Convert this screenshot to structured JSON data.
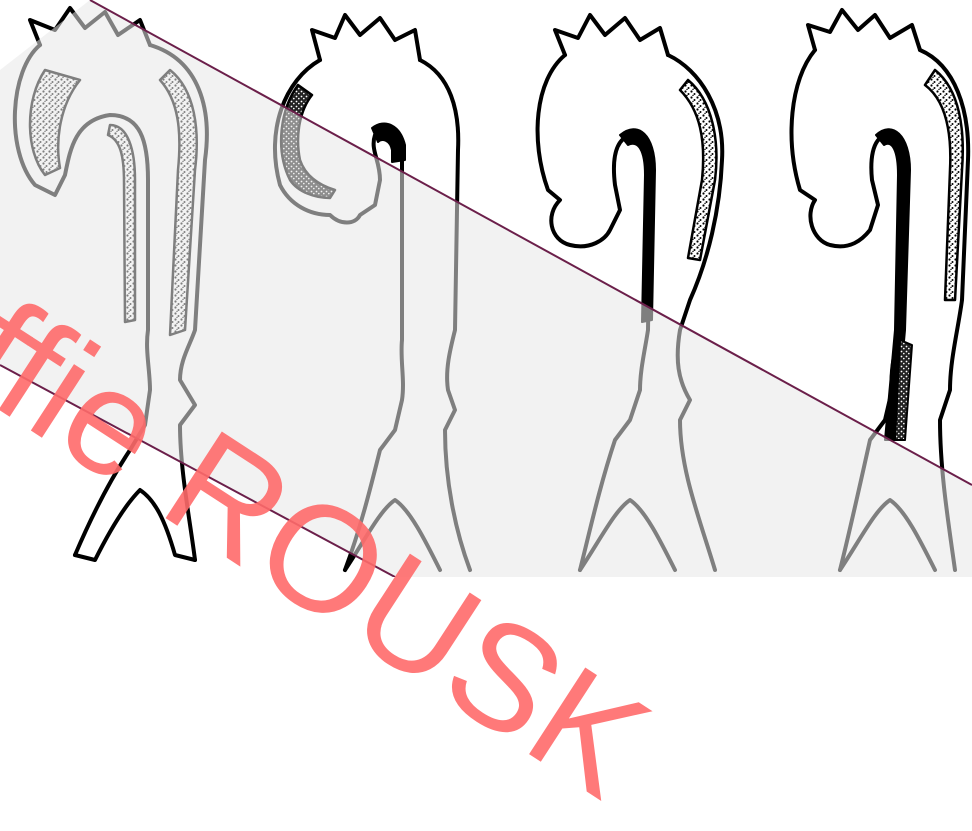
{
  "figure": {
    "panel_count": 4,
    "line_color": "#000000",
    "dissection_shading": "stippled"
  },
  "watermark": {
    "text": "effie ROUSK",
    "text_color": "#ff6b6b",
    "band_color": "#e8e8e8",
    "band_border_color": "#6b1f4a"
  }
}
